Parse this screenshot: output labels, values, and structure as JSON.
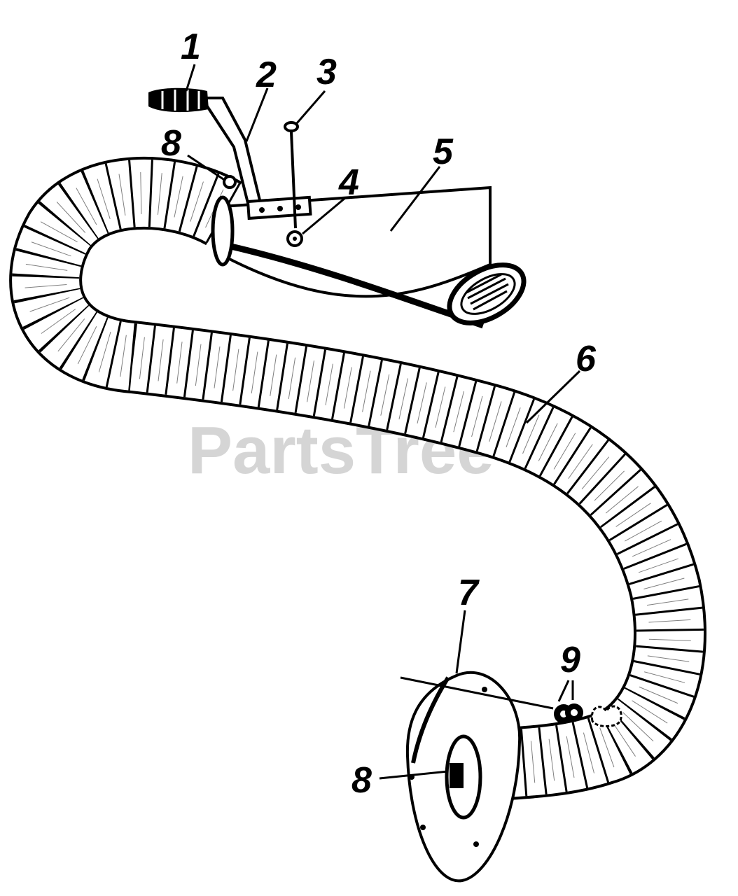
{
  "callouts": {
    "c1": "1",
    "c2": "2",
    "c3": "3",
    "c4": "4",
    "c5": "5",
    "c6": "6",
    "c7": "7",
    "c8a": "8",
    "c8b": "8",
    "c9": "9"
  },
  "watermark": {
    "text": "PartsTree",
    "tm": "™"
  },
  "colors": {
    "ink": "#000000",
    "paper": "#ffffff",
    "watermark": "#c8c8c8"
  }
}
